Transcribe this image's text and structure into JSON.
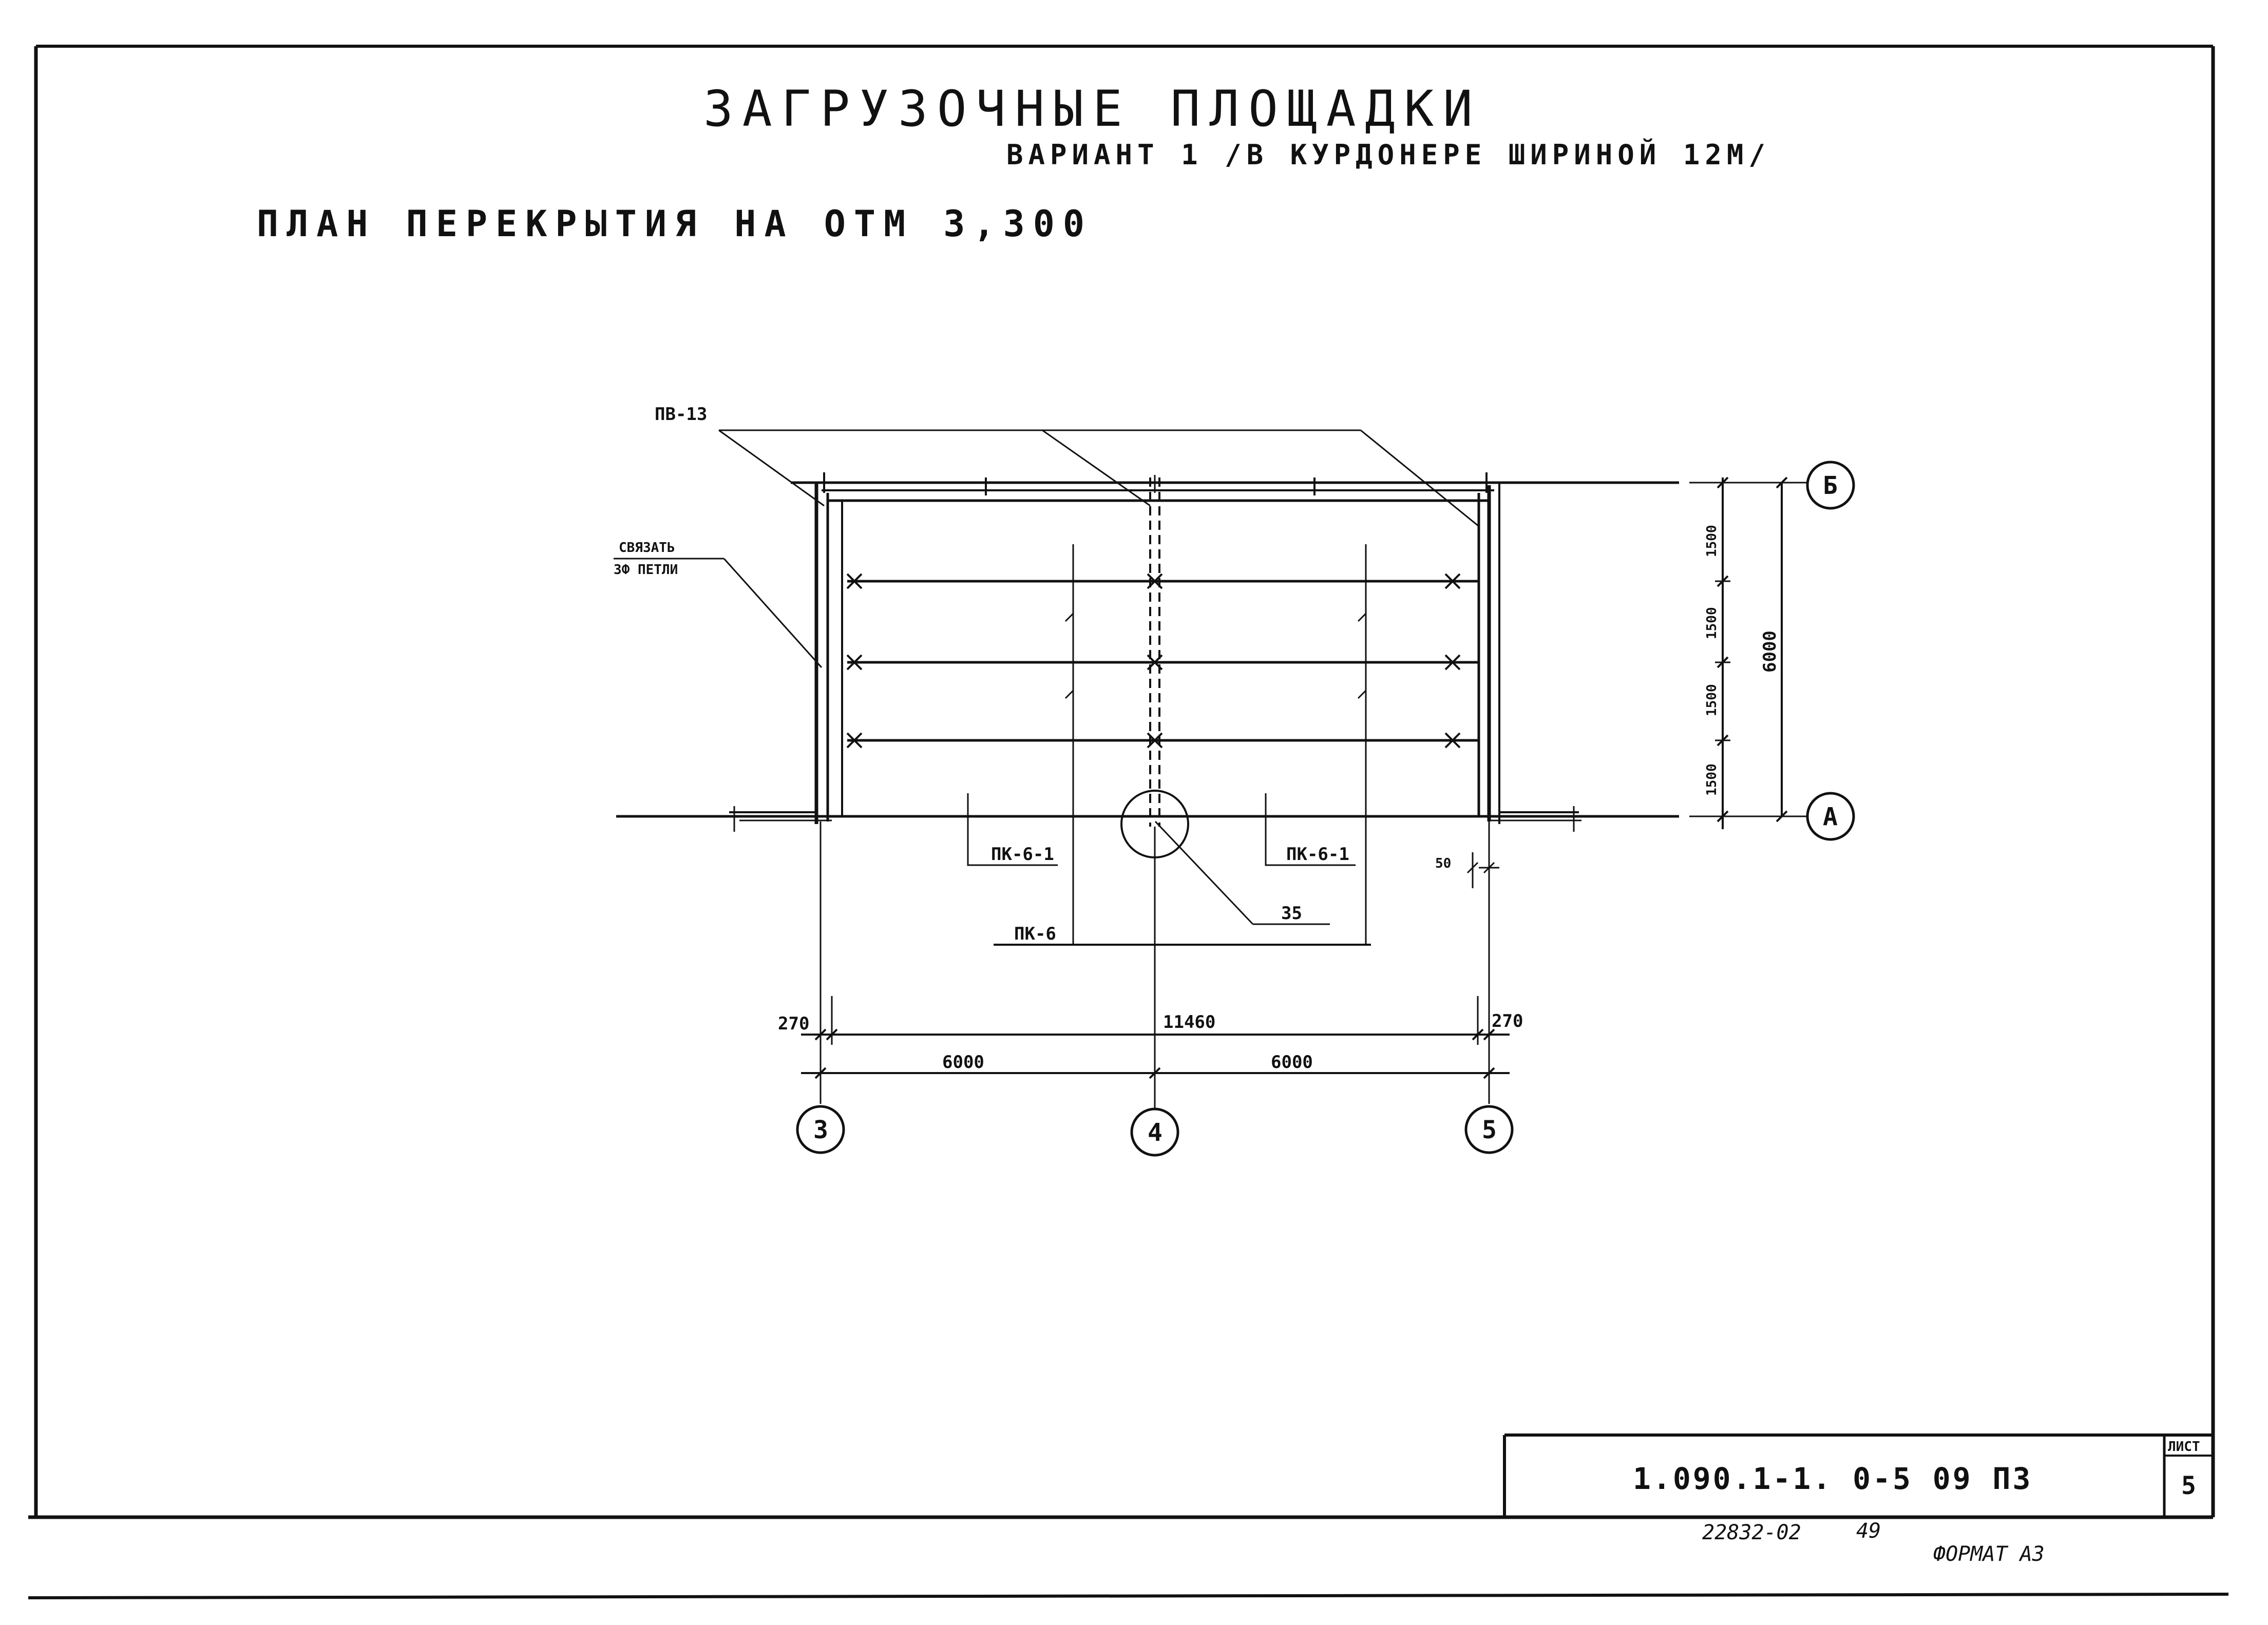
{
  "title": "ЗАГРУЗОЧНЫЕ ПЛОЩАДКИ",
  "subtitle": "ВАРИАНТ 1 /В КУРДОНЕРЕ ШИРИНОЙ 12М/",
  "plan_title": "ПЛАН ПЕРЕКРЫТИЯ НА ОТМ 3,300",
  "labels": {
    "pb": "ПВ-13",
    "tie_line1": "СВЯЗАТЬ",
    "tie_line2": "3Ф ПЕТЛИ",
    "pk61_left": "ПК-6-1",
    "pk61_right": "ПК-6-1",
    "pk6": "ПК-6",
    "node": "35",
    "dim50": "50"
  },
  "dimensions": {
    "right": [
      "1500",
      "1500",
      "1500",
      "1500"
    ],
    "right_total": "6000",
    "left_edge": "270",
    "right_edge": "270",
    "overall": "11460",
    "span_left": "6000",
    "span_right": "6000"
  },
  "axes": {
    "bottom": [
      "3",
      "4",
      "5"
    ],
    "right": [
      "Б",
      "А"
    ]
  },
  "stamp": {
    "code": "1.090.1-1. 0-5 09 ПЗ",
    "sheet_label": "ЛИСТ",
    "sheet_number": "5"
  },
  "footer": {
    "inventory": "22832-02",
    "page": "49",
    "format": "ФОРМАТ А3"
  }
}
